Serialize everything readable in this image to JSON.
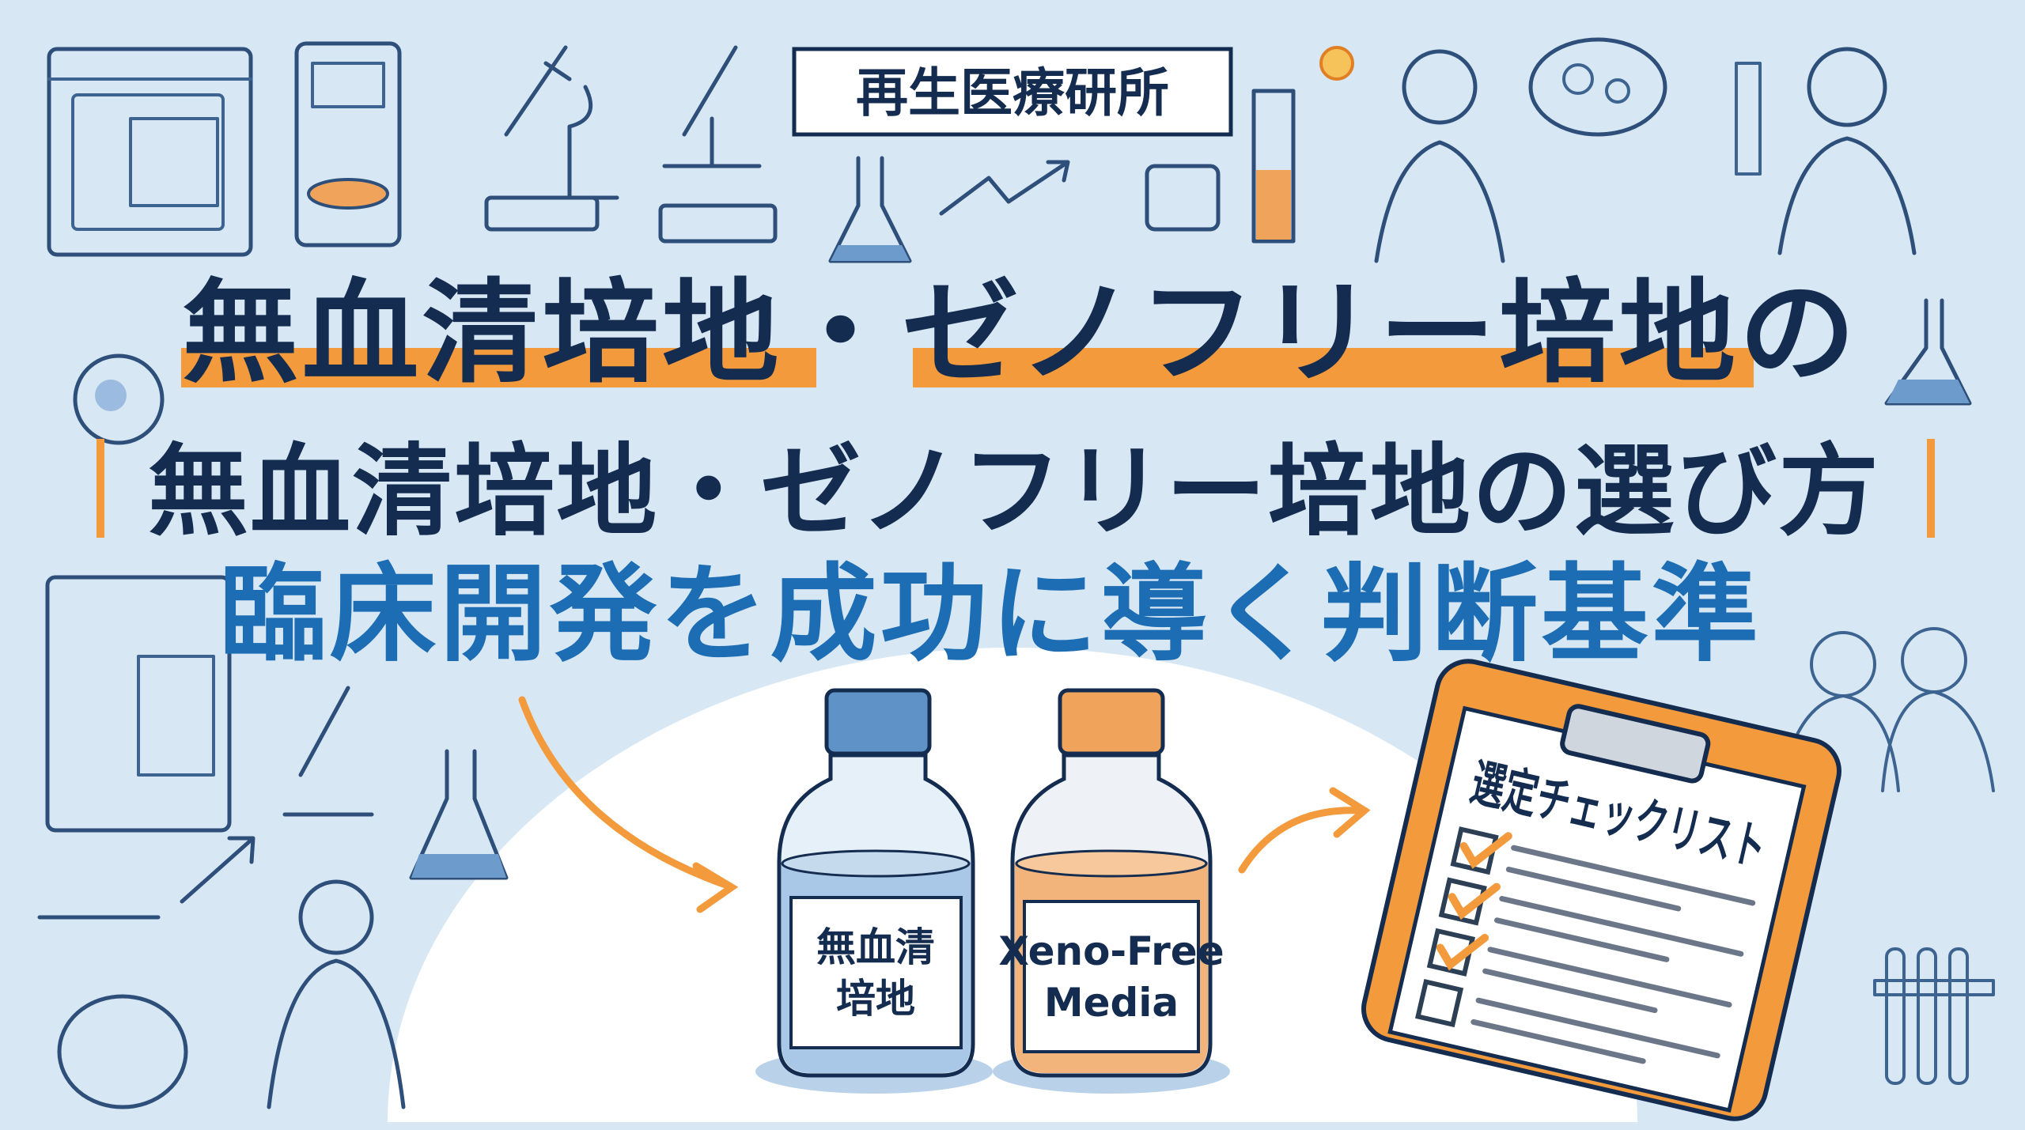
{
  "lab_label": "再生医療研所",
  "title_line1": "無血清培地・ゼノフリー培地の",
  "title_line2": "無血清培地・ゼノフリー培地の選び方",
  "subtitle": "臨床開発を成功に導く判断基準",
  "bottles": [
    {
      "label_line1": "無血清",
      "label_line2": "培地",
      "color": "#5f93c8"
    },
    {
      "label_line1": "Xeno-Free",
      "label_line2": "Media",
      "color": "#f0a35a"
    }
  ],
  "checklist": {
    "title": "選定チェックリスト",
    "items_checked": [
      true,
      true,
      true,
      false
    ]
  },
  "colors": {
    "background": "#d7e7f4",
    "frame": "#1e5fa6",
    "navy": "#142c4f",
    "accent_blue": "#1c6db4",
    "accent_orange": "#f29a3c"
  }
}
